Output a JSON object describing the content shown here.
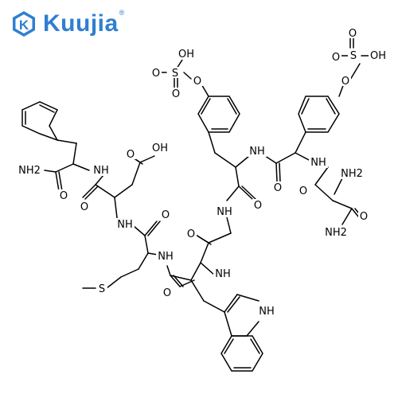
{
  "brand": {
    "name": "Kuujia",
    "logo_letter": "K",
    "registered_mark": "®",
    "color": "#2f7fd0"
  },
  "structure": {
    "type": "chemical-structure",
    "atom_labels": {
      "oh_sulfate_left": "OH",
      "s_sulfate_left": "S",
      "o_sulfate_left_top": "O",
      "o_sulfate_left_bottom": "O",
      "o_sulfate_left_link": "O",
      "o_sulfate_right_left": "O",
      "s_sulfate_right": "S",
      "oh_sulfate_right": "OH",
      "o_sulfate_right_top": "O",
      "o_sulfate_right_link": "O",
      "oh_asp": "OH",
      "o_asp_acid": "O",
      "nh2_phe_amide": "NH2",
      "nh_phe": "NH",
      "o_phe_amide": "O",
      "o_asp_carbonyl": "O",
      "nh_asp": "NH",
      "nh_tyr1_left": "NH",
      "nh_tyr2": "NH",
      "o_tyr2_carbonyl": "O",
      "nh2_asn_alpha": "NH2",
      "o_asn_carbonyl": "O",
      "nh_gly": "NH",
      "o_tyr1_carbonyl": "O",
      "o_met_carbonyl": "O",
      "o_gly_carbonyl": "O",
      "nh_met": "NH",
      "nh_trp": "NH",
      "s_met": "S",
      "o_trp_carbonyl": "O",
      "nh_indole": "NH",
      "nh2_asn_side": "NH2",
      "o_asn_side": "O"
    }
  }
}
